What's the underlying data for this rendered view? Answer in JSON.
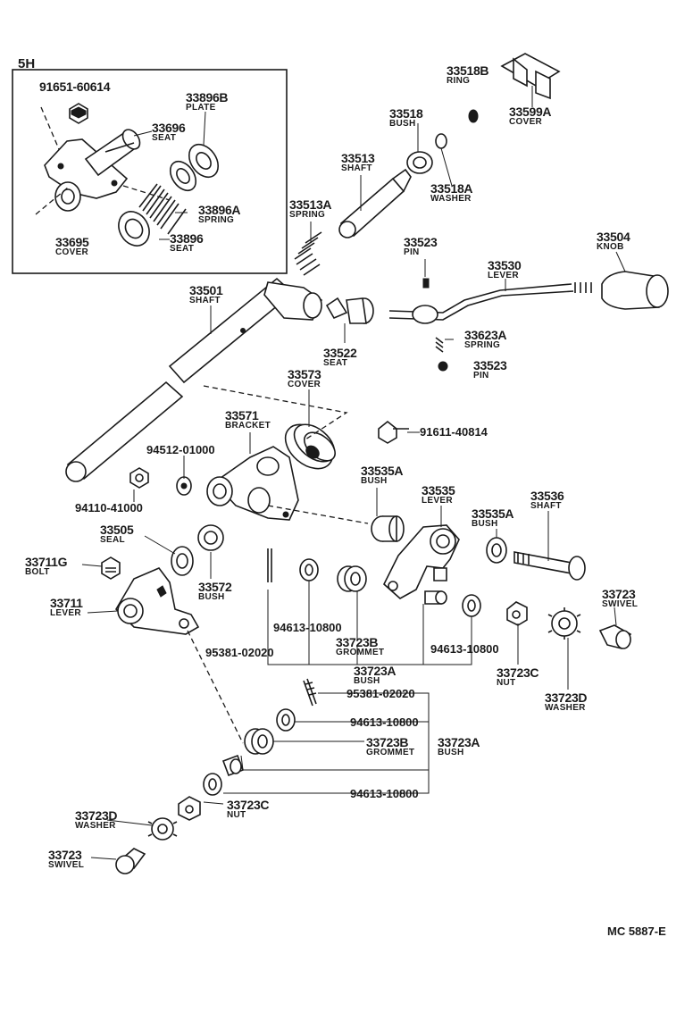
{
  "inset": {
    "title": "5H"
  },
  "parts": [
    {
      "id": "p-91651-60614",
      "number": "91651-60614",
      "name": ""
    },
    {
      "id": "p-33896b",
      "number": "33896B",
      "name": "PLATE"
    },
    {
      "id": "p-33696",
      "number": "33696",
      "name": "SEAT"
    },
    {
      "id": "p-33896a",
      "number": "33896A",
      "name": "SPRING"
    },
    {
      "id": "p-33695",
      "number": "33695",
      "name": "COVER"
    },
    {
      "id": "p-33896",
      "number": "33896",
      "name": "SEAT"
    },
    {
      "id": "p-33518b",
      "number": "33518B",
      "name": "RING"
    },
    {
      "id": "p-33599a",
      "number": "33599A",
      "name": "COVER"
    },
    {
      "id": "p-33518",
      "number": "33518",
      "name": "BUSH"
    },
    {
      "id": "p-33513",
      "number": "33513",
      "name": "SHAFT"
    },
    {
      "id": "p-33518a",
      "number": "33518A",
      "name": "WASHER"
    },
    {
      "id": "p-33513a",
      "number": "33513A",
      "name": "SPRING"
    },
    {
      "id": "p-33523-top",
      "number": "33523",
      "name": "PIN"
    },
    {
      "id": "p-33504",
      "number": "33504",
      "name": "KNOB"
    },
    {
      "id": "p-33530",
      "number": "33530",
      "name": "LEVER"
    },
    {
      "id": "p-33501",
      "number": "33501",
      "name": "SHAFT"
    },
    {
      "id": "p-33522",
      "number": "33522",
      "name": "SEAT"
    },
    {
      "id": "p-33623a",
      "number": "33623A",
      "name": "SPRING"
    },
    {
      "id": "p-33523-low",
      "number": "33523",
      "name": "PIN"
    },
    {
      "id": "p-33573",
      "number": "33573",
      "name": "COVER"
    },
    {
      "id": "p-33571",
      "number": "33571",
      "name": "BRACKET"
    },
    {
      "id": "p-91611-40814",
      "number": "91611-40814",
      "name": ""
    },
    {
      "id": "p-94512-01000",
      "number": "94512-01000",
      "name": ""
    },
    {
      "id": "p-94110-41000",
      "number": "94110-41000",
      "name": ""
    },
    {
      "id": "p-33535a-1",
      "number": "33535A",
      "name": "BUSH"
    },
    {
      "id": "p-33535",
      "number": "33535",
      "name": "LEVER"
    },
    {
      "id": "p-33535a-2",
      "number": "33535A",
      "name": "BUSH"
    },
    {
      "id": "p-33536",
      "number": "33536",
      "name": "SHAFT"
    },
    {
      "id": "p-33505",
      "number": "33505",
      "name": "SEAL"
    },
    {
      "id": "p-33711g",
      "number": "33711G",
      "name": "BOLT"
    },
    {
      "id": "p-33572",
      "number": "33572",
      "name": "BUSH"
    },
    {
      "id": "p-33711",
      "number": "33711",
      "name": "LEVER"
    },
    {
      "id": "p-33723-r",
      "number": "33723",
      "name": "SWIVEL"
    },
    {
      "id": "p-94613-10800-a",
      "number": "94613-10800",
      "name": ""
    },
    {
      "id": "p-33723b-a",
      "number": "33723B",
      "name": "GROMMET"
    },
    {
      "id": "p-94613-10800-b",
      "number": "94613-10800",
      "name": ""
    },
    {
      "id": "p-95381-02020-a",
      "number": "95381-02020",
      "name": ""
    },
    {
      "id": "p-33723a-a",
      "number": "33723A",
      "name": "BUSH"
    },
    {
      "id": "p-33723c-r",
      "number": "33723C",
      "name": "NUT"
    },
    {
      "id": "p-33723d-r",
      "number": "33723D",
      "name": "WASHER"
    },
    {
      "id": "p-95381-02020-b",
      "number": "95381-02020",
      "name": ""
    },
    {
      "id": "p-94613-10800-c",
      "number": "94613-10800",
      "name": ""
    },
    {
      "id": "p-33723b-b",
      "number": "33723B",
      "name": "GROMMET"
    },
    {
      "id": "p-33723a-b",
      "number": "33723A",
      "name": "BUSH"
    },
    {
      "id": "p-94613-10800-d",
      "number": "94613-10800",
      "name": ""
    },
    {
      "id": "p-33723c-l",
      "number": "33723C",
      "name": "NUT"
    },
    {
      "id": "p-33723d-l",
      "number": "33723D",
      "name": "WASHER"
    },
    {
      "id": "p-33723-l",
      "number": "33723",
      "name": "SWIVEL"
    }
  ],
  "reference": "MC 5887-E"
}
